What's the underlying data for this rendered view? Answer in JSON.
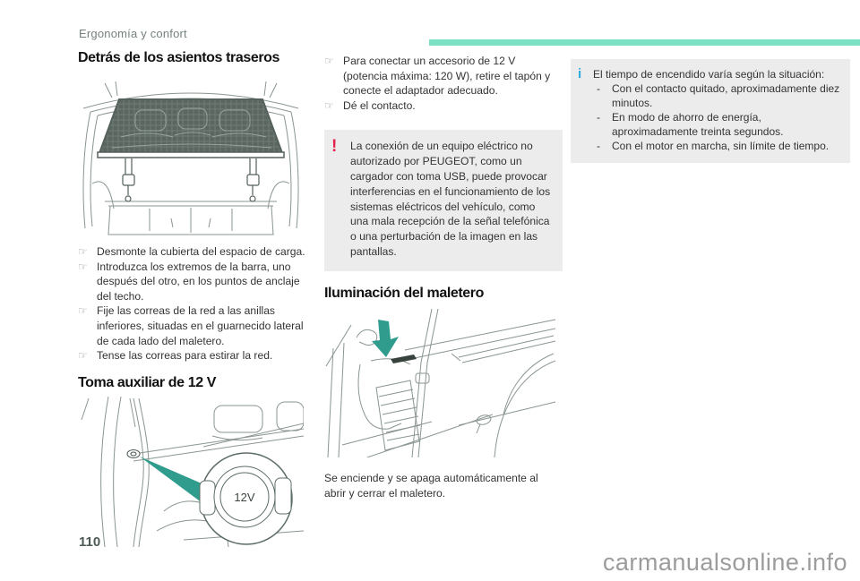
{
  "page": {
    "section_label": "Ergonomía y confort",
    "page_number": "110",
    "watermark": "carmanualsonline.info"
  },
  "colors": {
    "accent_bar": "#7ce0c4",
    "figure_arrow": "#2f9c8d",
    "info_icon": "#2aabdf",
    "warning_icon": "#e3234e",
    "box_background": "#ececec"
  },
  "icons": {
    "step_hand": "☞",
    "warning": "!",
    "info": "i",
    "dash": "-"
  },
  "behind_seats": {
    "title": "Detrás de los asientos traseros",
    "steps": [
      "Desmonte la cubierta del espacio de carga.",
      "Introduzca los extremos de la barra, uno después del otro, en los puntos de anclaje del techo.",
      "Fije las correas de la red a las anillas inferiores, situadas en el guarnecido lateral de cada lado del maletero.",
      "Tense las correas para estirar la red."
    ]
  },
  "socket_12v": {
    "title": "Toma auxiliar de 12 V",
    "socket_label": "12V",
    "steps": [
      "Para conectar un accesorio de 12 V (potencia máxima: 120 W), retire el tapón y conecte el adaptador adecuado.",
      "Dé el contacto."
    ],
    "warning_text": "La conexión de un equipo eléctrico no autorizado por PEUGEOT, como un cargador con toma USB, puede provocar interferencias en el funcionamiento de los sistemas eléctricos del vehículo, como una mala recepción de la señal telefónica o una perturbación de la imagen en las pantallas."
  },
  "ignition_info": {
    "intro": "El tiempo de encendido varía según la situación:",
    "items": [
      "Con el contacto quitado, aproximadamente diez minutos.",
      "En modo de ahorro de energía, aproximadamente treinta segundos.",
      "Con el motor en marcha, sin límite de tiempo."
    ]
  },
  "boot_light": {
    "title": "Iluminación del maletero",
    "body": "Se enciende y se apaga automáticamente al abrir y cerrar el maletero."
  }
}
